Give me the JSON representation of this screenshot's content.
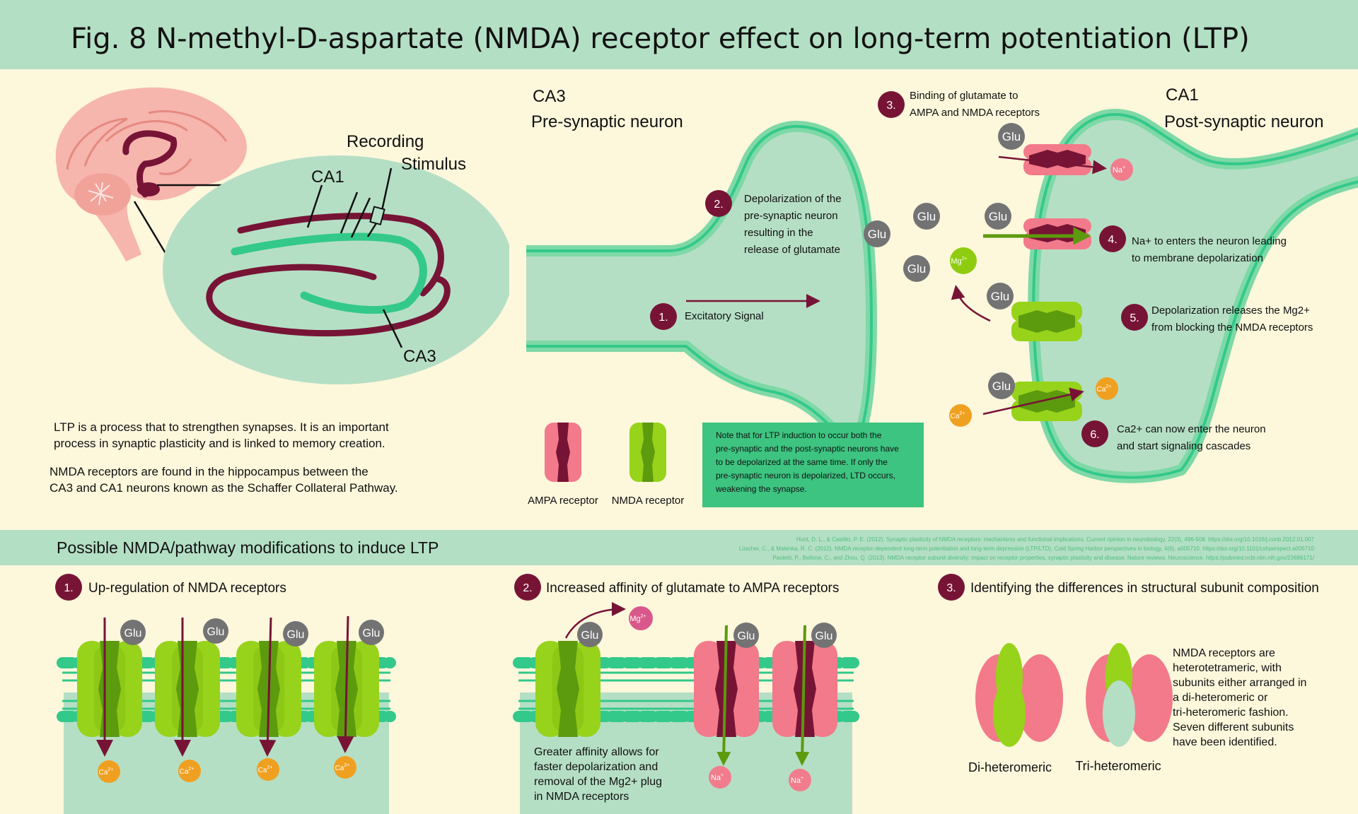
{
  "title": "Fig. 8  N-methyl-D-aspartate (NMDA) receptor effect on long-term potentiation (LTP)",
  "colors": {
    "header": "#b3dfc4",
    "cream": "#fdf7dc",
    "maroon": "#771436",
    "teal": "#33c98a",
    "mint": "#b5dfc5",
    "pink": "#f27a8a",
    "lime": "#97d31b",
    "darkGreen": "#5c9a0e",
    "glu": "#737373",
    "orange": "#f0a020",
    "mgGreen": "#8fcc10",
    "naPink": "#f17d8c",
    "mgPink": "#d9588b",
    "noteBox": "#3dc480"
  },
  "hippocampus": {
    "recording": "Recording",
    "stimulus": "Stimulus",
    "ca1": "CA1",
    "ca3": "CA3"
  },
  "left_text": {
    "p1_l1": "LTP is a process that to strengthen synapses. It is an important",
    "p1_l2": "process in synaptic plasticity and is linked to memory creation.",
    "p2_l1": "NMDA receptors are found in the hippocampus between the",
    "p2_l2": "CA3 and CA1 neurons known as the Schaffer Collateral Pathway."
  },
  "pre": {
    "ca3": "CA3",
    "label": "Pre-synaptic neuron"
  },
  "post": {
    "ca1": "CA1",
    "label": "Post-synaptic neuron"
  },
  "steps": {
    "s1": {
      "num": "1.",
      "l1": "Excitatory Signal"
    },
    "s2": {
      "num": "2.",
      "l1": "Depolarization of the",
      "l2": "pre-synaptic neuron",
      "l3": "resulting in the",
      "l4": "release of glutamate"
    },
    "s3": {
      "num": "3.",
      "l1": "Binding of glutamate to",
      "l2": "AMPA and NMDA receptors"
    },
    "s4": {
      "num": "4.",
      "l1": "Na+ to enters the neuron leading",
      "l2": "to membrane depolarization"
    },
    "s5": {
      "num": "5.",
      "l1": "Depolarization releases the Mg2+",
      "l2": "from blocking the NMDA receptors"
    },
    "s6": {
      "num": "6.",
      "l1": "Ca2+ can now enter the neuron",
      "l2": "and start signaling cascades"
    }
  },
  "molecules": {
    "glu": "Glu",
    "mg": "Mg",
    "na": "Na",
    "ca": "Ca",
    "sup_mg": "2+",
    "sup_na": "+",
    "sup_ca": "2+"
  },
  "legend": {
    "ampa": "AMPA receptor",
    "nmda": "NMDA receptor"
  },
  "note": {
    "l1": "Note that for LTP induction to occur both the",
    "l2": "pre-synaptic and the post-synaptic neurons have",
    "l3": "to be depolarized at the same time. If only the",
    "l4": "pre-synaptic neuron is depolarized, LTD occurs,",
    "l5": "weakening the synapse."
  },
  "bottom": {
    "title": "Possible NMDA/pathway modifications to induce LTP",
    "ref1": "Hunt, D. L., & Castillo, P. E. (2012). Synaptic plasticity of NMDA receptors: mechanisms and functional implications. Current opinion in neurobiology, 22(3), 496-508. https://doi.org/10.1016/j.conb.2012.01.007",
    "ref2": "Lüscher, C., & Malenka, R. C. (2012). NMDA receptor-dependent long-term potentiation and long-term depression (LTP/LTD). Cold Spring Harbor perspectives in biology, 4(6), a005710. https://doi.org/10.1101/cshperspect.a005710",
    "ref3": "Paoletti, P., Bellone, C., and Zhou, Q. (2013). NMDA receptor subunit diversity: impact on receptor properties, synaptic plasticity and disease. Nature reviews. Neuroscience. https://pubmed.ncbi.nlm.nih.gov/23686171/",
    "m1": {
      "num": "1.",
      "label": "Up-regulation of NMDA receptors"
    },
    "m2": {
      "num": "2.",
      "label": "Increased affinity of glutamate to AMPA receptors",
      "t1": "Greater affinity allows for",
      "t2": "faster depolarization and",
      "t3": "removal of the Mg2+ plug",
      "t4": "in NMDA receptors"
    },
    "m3": {
      "num": "3.",
      "label": "Identifying the differences in structural subunit composition",
      "di": "Di-heteromeric",
      "tri": "Tri-heteromeric",
      "t1": "NMDA receptors are",
      "t2": "heterotetrameric, with",
      "t3": "subunits either arranged in",
      "t4": "a di-heteromeric or",
      "t5": "tri-heteromeric fashion.",
      "t6": "Seven different subunits",
      "t7": "have been identified."
    }
  }
}
